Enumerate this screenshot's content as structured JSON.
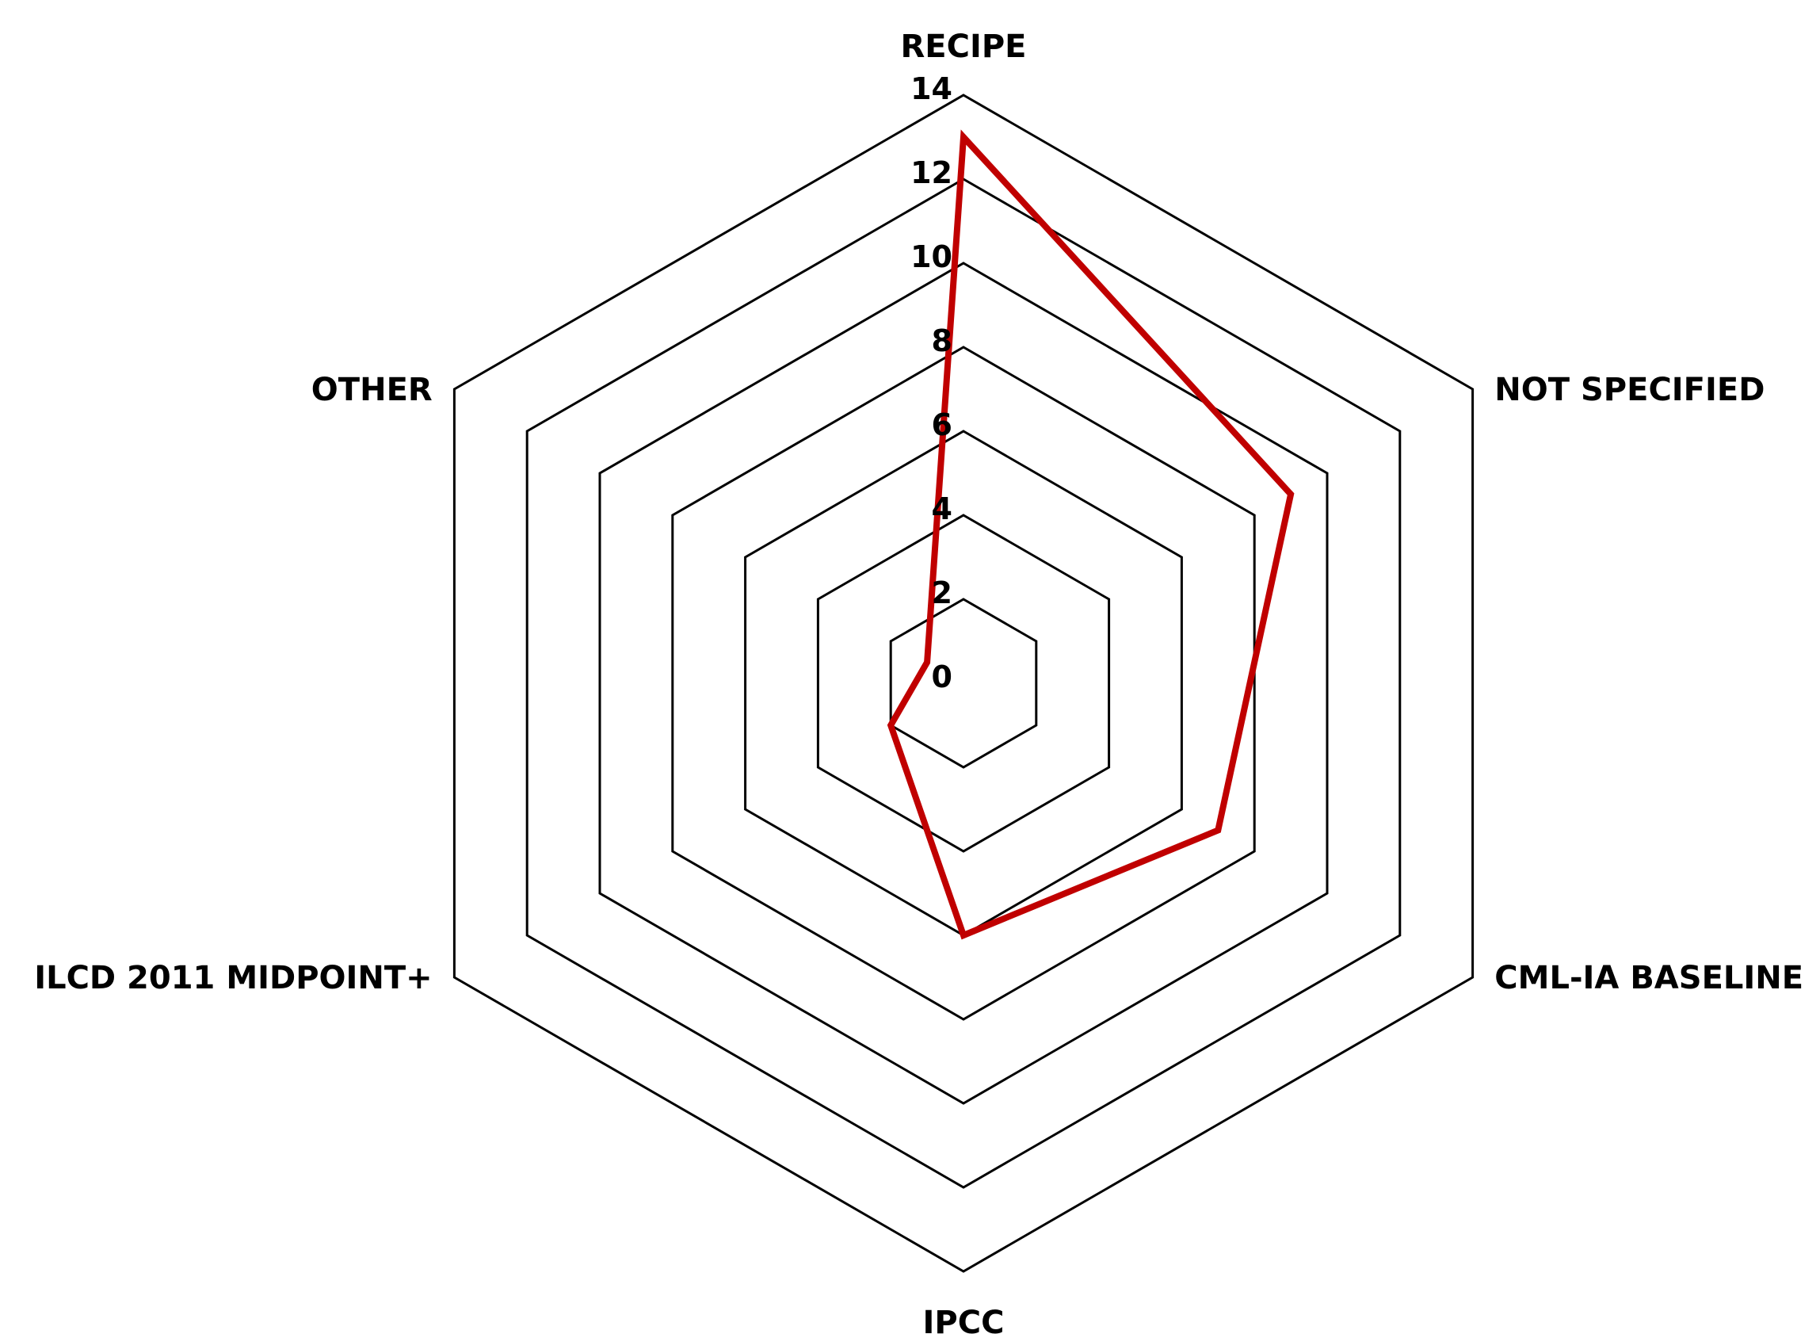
{
  "chart_data": {
    "type": "radar",
    "title": "",
    "categories": [
      "RECIPE",
      "NOT SPECIFIED",
      "CML-IA BASELINE",
      "IPCC",
      "ILCD 2011 MIDPOINT+",
      "OTHER"
    ],
    "r_ticks": [
      "0",
      "2",
      "4",
      "6",
      "8",
      "10",
      "12",
      "14"
    ],
    "rlim": [
      0,
      14
    ],
    "grid": true,
    "legend": "none",
    "series": [
      {
        "color": "#c00000",
        "values": [
          13,
          9,
          7,
          6,
          2,
          1
        ]
      }
    ]
  }
}
